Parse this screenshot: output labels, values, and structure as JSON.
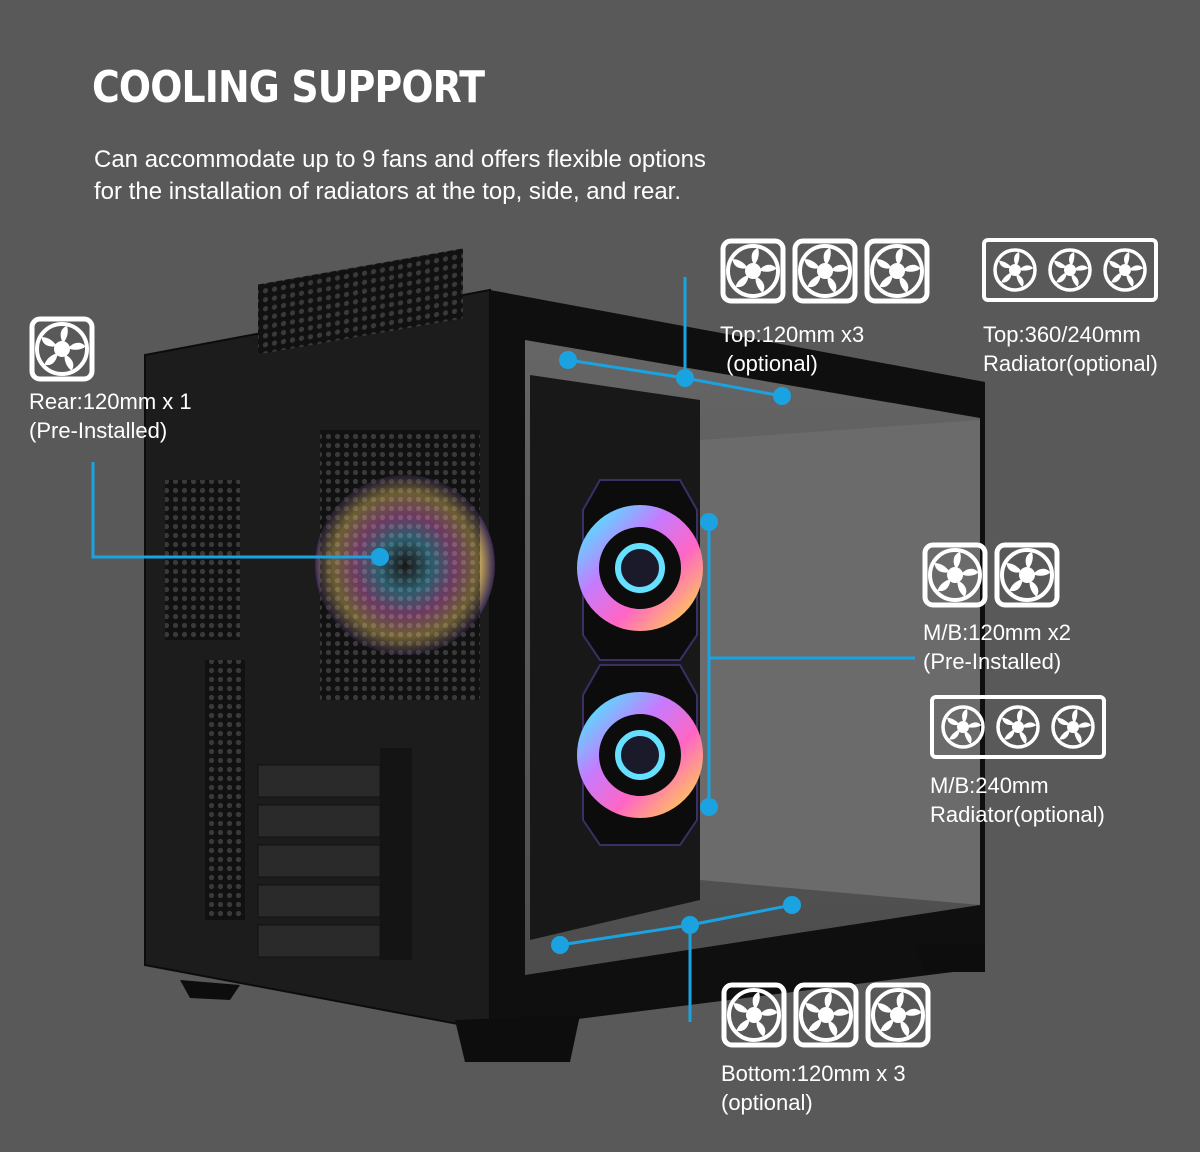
{
  "header": {
    "title": "COOLING SUPPORT",
    "subtitle_line1": "Can accommodate up to 9 fans and offers flexible options",
    "subtitle_line2": "for the installation of radiators at the top, side, and rear."
  },
  "callouts": {
    "rear": {
      "line1": "Rear:120mm x 1",
      "line2": "(Pre-Installed)",
      "fan_count": 1
    },
    "top_fans": {
      "line1": "Top:120mm x3",
      "line2": " (optional)",
      "fan_count": 3
    },
    "top_radiator": {
      "line1": "Top:360/240mm",
      "line2": "Radiator(optional)"
    },
    "mb_fans": {
      "line1": "M/B:120mm x2",
      "line2": "(Pre-Installed)",
      "fan_count": 2
    },
    "mb_radiator": {
      "line1": "M/B:240mm",
      "line2": "Radiator(optional)"
    },
    "bottom_fans": {
      "line1": "Bottom:120mm x 3",
      "line2": "(optional)",
      "fan_count": 3
    }
  },
  "colors": {
    "background": "#595959",
    "accent_line": "#1aa3e0",
    "icon": "#ffffff",
    "case_body": "#1c1c1c"
  },
  "icons": {
    "fan": "fan-icon",
    "radiator": "radiator-icon"
  }
}
